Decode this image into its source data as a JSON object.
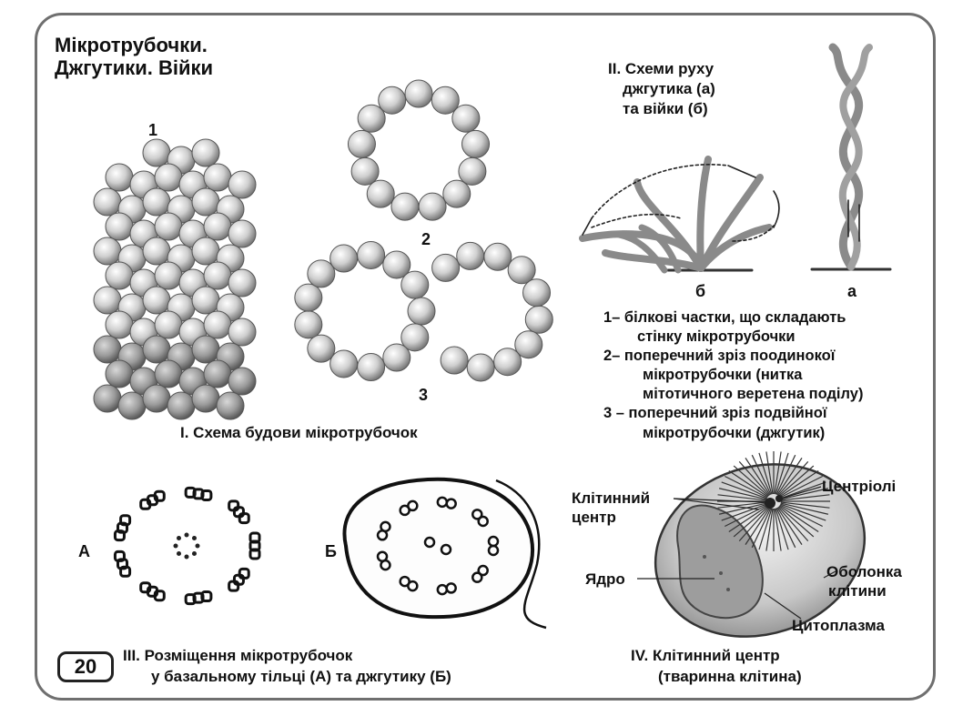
{
  "title": {
    "line1": "Мікротрубочки.",
    "line2": "Джгутики. Війки"
  },
  "section1": {
    "caption": "І. Схема будови мікротрубочок",
    "labels": {
      "n1": "1",
      "n2": "2",
      "n3": "3"
    }
  },
  "section2": {
    "caption": {
      "line1": "ІІ. Схеми руху",
      "line2": "джгутика (а)",
      "line3": "та війки (б)"
    },
    "labels": {
      "b": "б",
      "a": "а"
    }
  },
  "legend": {
    "item1": {
      "line1": "1– білкові частки, що складають",
      "line2": "стінку мікротрубочки"
    },
    "item2": {
      "line1": "2– поперечний зріз поодинокої",
      "line2": "мікротрубочки (нитка",
      "line3": "мітотичного веретена поділу)"
    },
    "item3": {
      "line1": "3 – поперечний зріз подвійної",
      "line2": "мікротрубочки (джгутик)"
    }
  },
  "section3": {
    "caption": {
      "line1": "ІІІ. Розміщення мікротрубочок",
      "line2": "у базальному тільці (А) та джгутику (Б)"
    },
    "labels": {
      "A": "А",
      "B": "Б"
    }
  },
  "section4": {
    "caption": {
      "line1": "IV. Клітинний центр",
      "line2": "(тваринна клітина)"
    },
    "labels": {
      "cell_center_line1": "Клітинний",
      "cell_center_line2": "центр",
      "centrioles": "Центріолі",
      "nucleus": "Ядро",
      "membrane_line1": "Оболонка",
      "membrane_line2": "клітини",
      "cytoplasm": "Цитоплазма"
    }
  },
  "page_number": "20"
}
